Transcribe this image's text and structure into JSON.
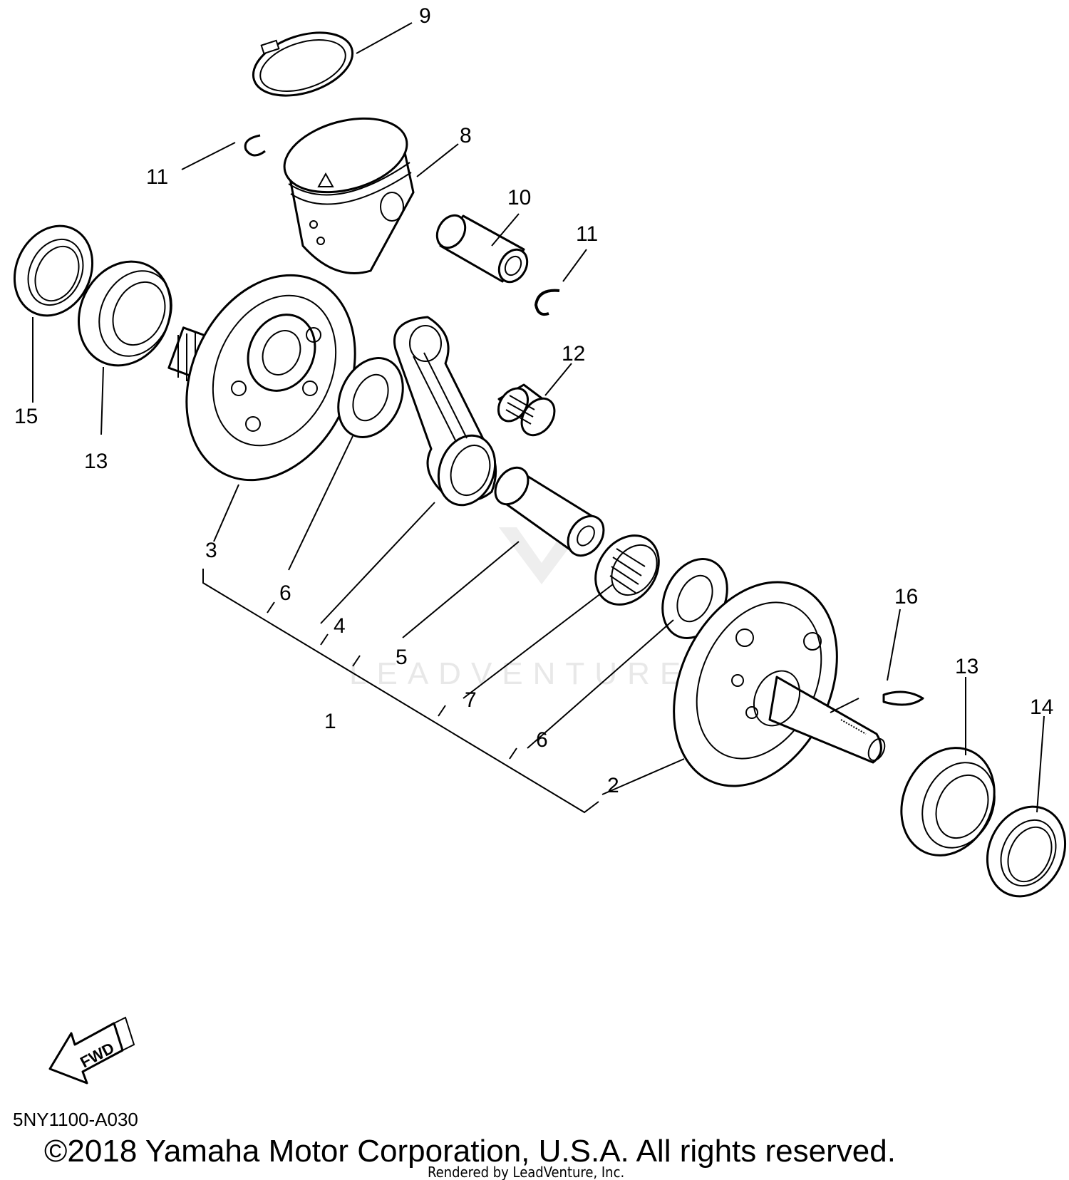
{
  "watermark": "LEADVENTURE",
  "diagram_code": "5NY1100-A030",
  "copyright": "©2018 Yamaha Motor Corporation, U.S.A. All rights reserved.",
  "rendered_by": "Rendered by LeadVenture, Inc.",
  "fwd_label": "FWD",
  "callouts": {
    "c1": "1",
    "c2": "2",
    "c3": "3",
    "c4": "4",
    "c5": "5",
    "c6a": "6",
    "c6b": "6",
    "c7": "7",
    "c8": "8",
    "c9": "9",
    "c10": "10",
    "c11a": "11",
    "c11b": "11",
    "c12": "12",
    "c13a": "13",
    "c13b": "13",
    "c14": "14",
    "c15": "15",
    "c16": "16"
  }
}
